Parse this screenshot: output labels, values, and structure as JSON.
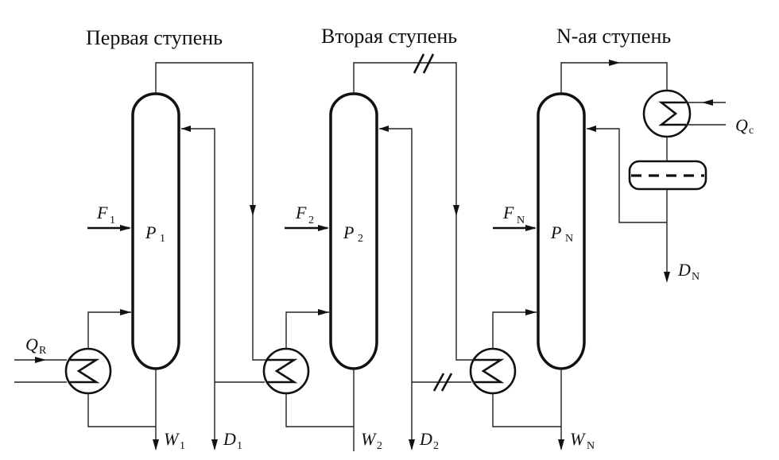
{
  "diagram": {
    "stages": [
      {
        "title": "Первая ступень",
        "column_label": "P",
        "column_sub": "1",
        "feed_label": "F",
        "feed_sub": "1",
        "bottoms_label": "W",
        "bottoms_sub": "1",
        "distillate_label": "D",
        "distillate_sub": "1",
        "heat_label": "Q",
        "heat_sub": "R"
      },
      {
        "title": "Вторая ступень",
        "column_label": "P",
        "column_sub": "2",
        "feed_label": "F",
        "feed_sub": "2",
        "bottoms_label": "W",
        "bottoms_sub": "2",
        "distillate_label": "D",
        "distillate_sub": "2"
      },
      {
        "title": "N-ая ступень",
        "column_label": "P",
        "column_sub": "N",
        "feed_label": "F",
        "feed_sub": "N",
        "bottoms_label": "W",
        "bottoms_sub": "N",
        "distillate_label": "D",
        "distillate_sub": "N",
        "cooling_label": "Q",
        "cooling_sub": "c"
      }
    ],
    "icons": {
      "reboiler": "heat-exchanger-zigzag",
      "condenser": "heat-exchanger-sigma",
      "reflux_drum": "horizontal-vessel",
      "line_break": "double-slash"
    }
  }
}
